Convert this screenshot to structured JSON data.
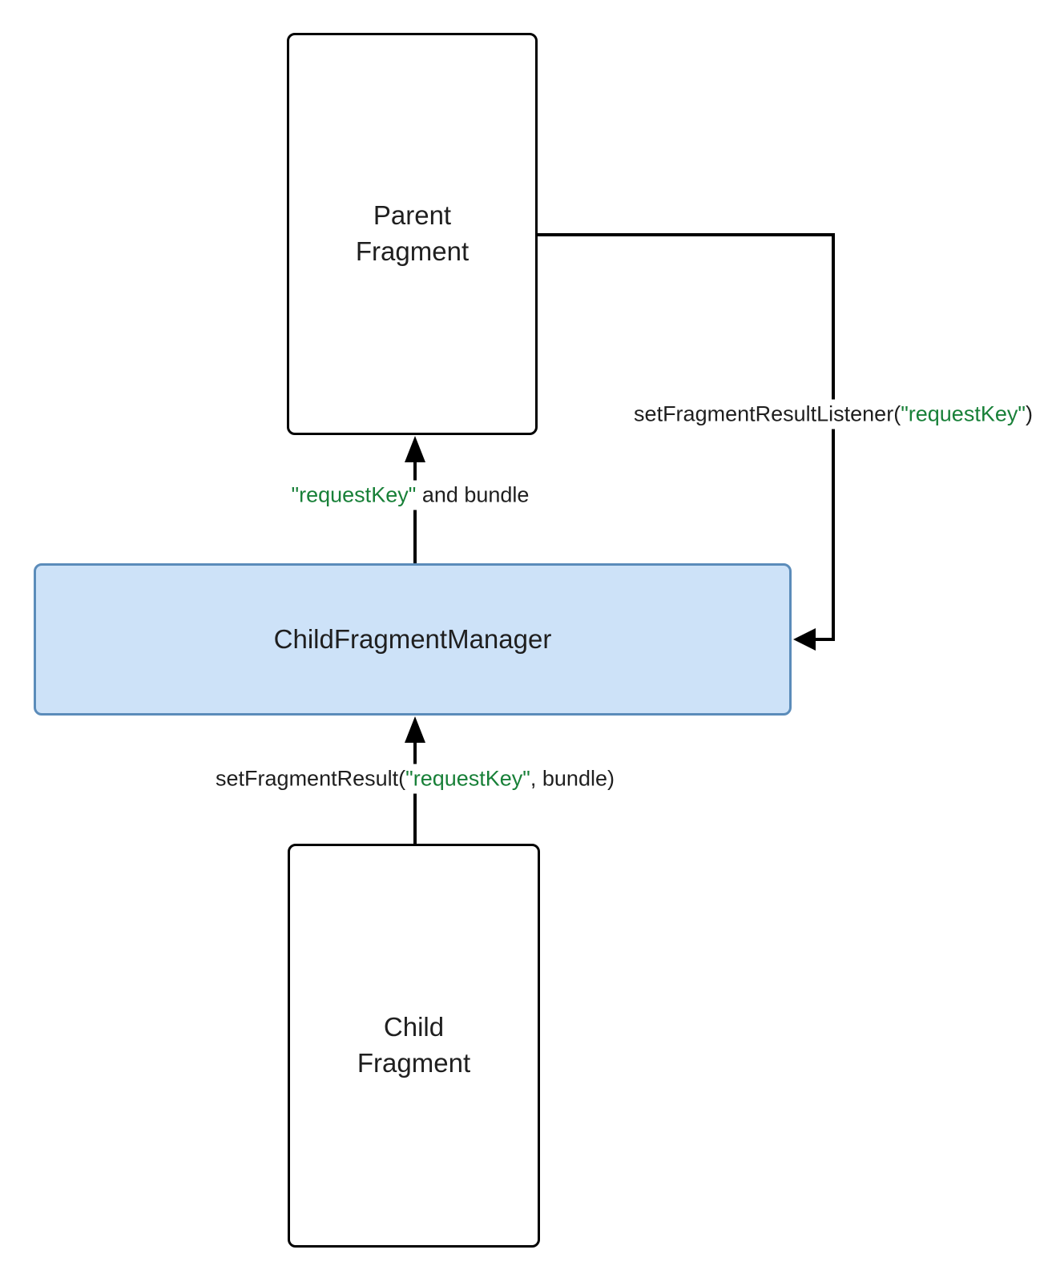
{
  "colors": {
    "accent_green": "#188038",
    "manager_fill": "#cde2f8",
    "manager_border": "#5b8cba",
    "line": "#000000"
  },
  "nodes": {
    "parent": {
      "label": "Parent\nFragment"
    },
    "manager": {
      "label": "ChildFragmentManager"
    },
    "child": {
      "label": "Child\nFragment"
    }
  },
  "edges": {
    "deliver": {
      "key": "\"requestKey\"",
      "suffix": " and bundle"
    },
    "listener": {
      "prefix": "setFragmentResultListener(",
      "key": "\"requestKey\"",
      "suffix": ")"
    },
    "set_result": {
      "prefix": "setFragmentResult(",
      "key": "\"requestKey\"",
      "suffix": ", bundle)"
    }
  }
}
